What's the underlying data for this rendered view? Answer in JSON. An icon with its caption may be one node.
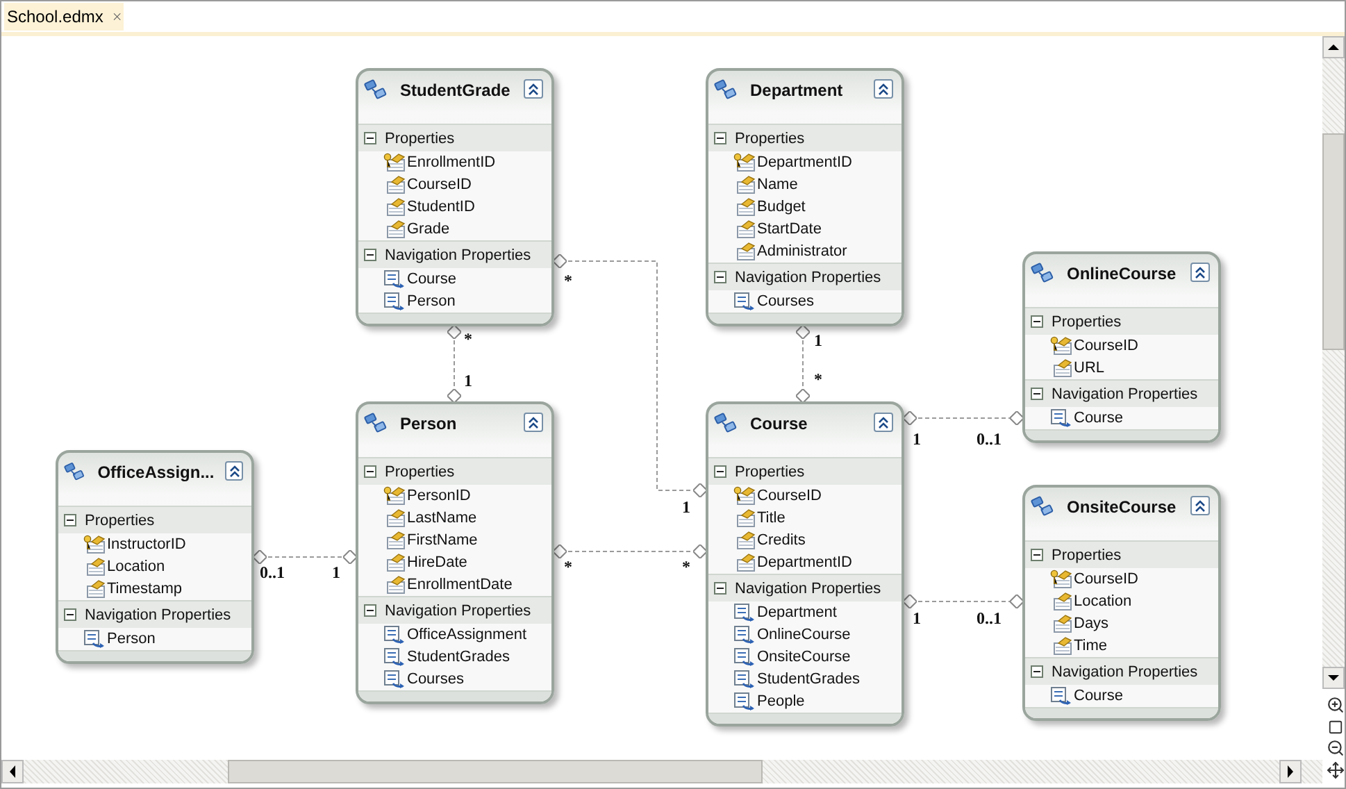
{
  "diagram": {
    "nodes": [
      {
        "text": [
          "StudentGrade"
        ]
      },
      {
        "text": [
          "Properties",
          "EnrollmentID",
          "CourseID",
          "StudentID",
          "Grade"
        ],
        "in": 0
      },
      {
        "text": [
          "Navigation Properties",
          "Course",
          "Person"
        ],
        "in": 0
      },
      {
        "text": [
          "Department"
        ]
      },
      {
        "text": [
          "Properties",
          "DepartmentID",
          "Name",
          "Budget",
          "StartDate",
          "Administrator"
        ],
        "in": 3
      },
      {
        "text": [
          "Navigation Properties",
          "Courses"
        ],
        "in": 3
      },
      {
        "text": [
          "OnlineCourse"
        ]
      },
      {
        "text": [
          "Properties",
          "CourseID",
          "URL"
        ],
        "in": 6
      },
      {
        "text": [
          "Navigation Properties",
          "Course"
        ],
        "in": 6
      },
      {
        "text": [
          "OfficeAssign..."
        ]
      },
      {
        "text": [
          "Properties",
          "InstructorID",
          "Location",
          "Timestamp"
        ],
        "in": 9
      },
      {
        "text": [
          "Navigation Properties",
          "Person"
        ],
        "in": 9
      },
      {
        "text": [
          "Person"
        ]
      },
      {
        "text": [
          "Properties",
          "PersonID",
          "LastName",
          "FirstName",
          "HireDate",
          "EnrollmentDate"
        ],
        "in": 12
      },
      {
        "text": [
          "Navigation Properties",
          "OfficeAssignment",
          "StudentGrades",
          "Courses"
        ],
        "in": 12
      },
      {
        "text": [
          "Course"
        ]
      },
      {
        "text": [
          "Properties",
          "CourseID",
          "Title",
          "Credits",
          "DepartmentID"
        ],
        "in": 15
      },
      {
        "text": [
          "Navigation Properties",
          "Department",
          "OnlineCourse",
          "OnsiteCourse",
          "StudentGrades",
          "People"
        ],
        "in": 15
      },
      {
        "text": [
          "OnsiteCourse"
        ]
      },
      {
        "text": [
          "Properties",
          "CourseID",
          "Location",
          "Days",
          "Time"
        ],
        "in": 18
      },
      {
        "text": [
          "Navigation Properties",
          "Course"
        ],
        "in": 18
      }
    ],
    "edges": [
      {
        "from": 0,
        "to": 12,
        "arrow": "other",
        "style": "dashed"
      },
      {
        "from": 0,
        "to": 15,
        "arrow": "other",
        "style": "dashed"
      },
      {
        "from": 3,
        "to": 15,
        "arrow": "other",
        "style": "dashed"
      },
      {
        "from": 15,
        "to": 6,
        "arrow": "other",
        "style": "dashed"
      },
      {
        "from": 9,
        "to": 12,
        "arrow": "other",
        "style": "dashed"
      },
      {
        "from": 12,
        "to": 15,
        "arrow": "other",
        "style": "dashed"
      },
      {
        "from": 15,
        "to": 18,
        "arrow": "other",
        "style": "dashed"
      }
    ],
    "labels": [
      "School.edmx",
      "*",
      "*",
      "1",
      "*",
      "1",
      "1",
      "0..1",
      "1",
      "0..1",
      "1",
      "*",
      "*",
      "1",
      "0..1"
    ]
  }
}
